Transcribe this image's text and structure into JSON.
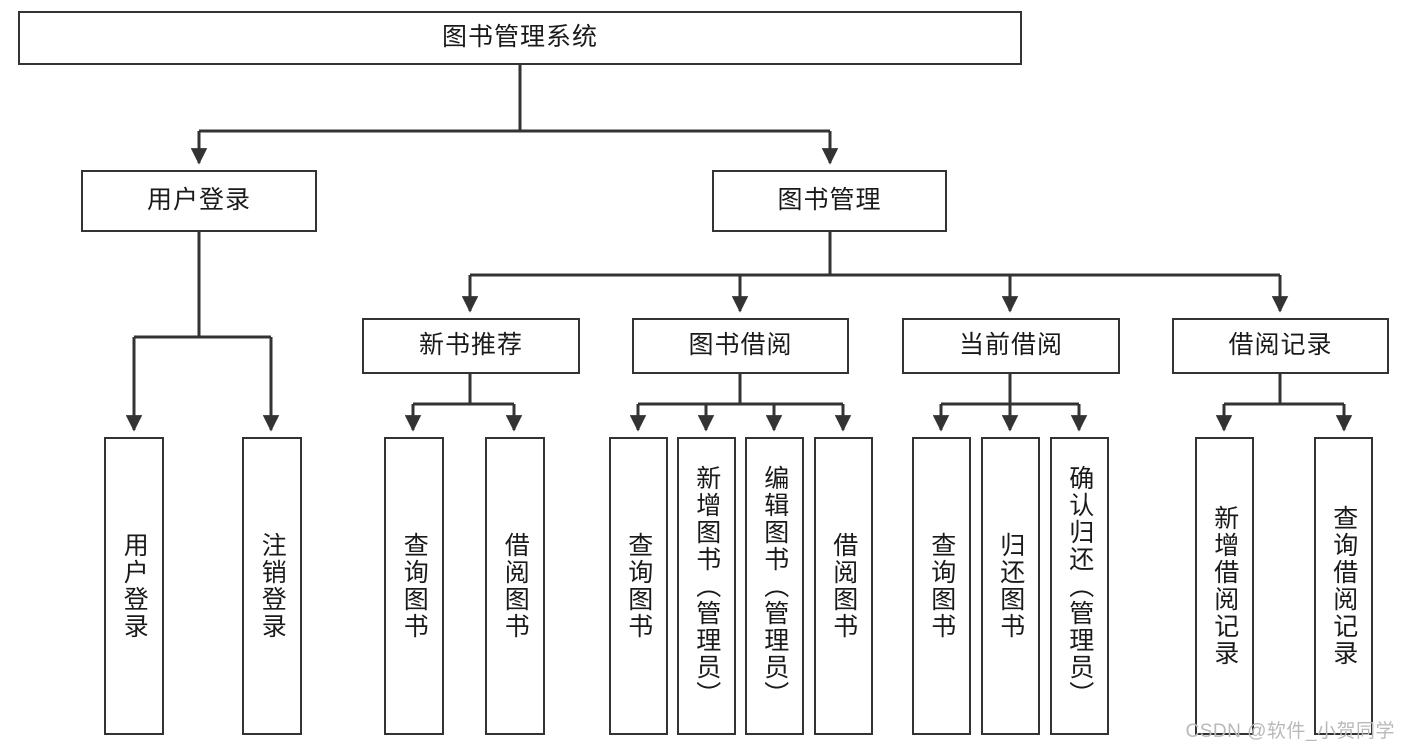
{
  "diagram": {
    "type": "tree",
    "title": "图书管理系统",
    "style": {
      "box_border_color": "#333333",
      "box_fill_color": "#ffffff",
      "connector_color": "#333333",
      "text_color": "#1a1a1a",
      "background": "#ffffff"
    },
    "root": {
      "id": "root",
      "label": "图书管理系统"
    },
    "level2": [
      {
        "id": "user-login",
        "label": "用户登录"
      },
      {
        "id": "book-management",
        "label": "图书管理"
      }
    ],
    "level3": [
      {
        "id": "new-book-recommend",
        "label": "新书推荐",
        "parent": "book-management"
      },
      {
        "id": "book-borrow",
        "label": "图书借阅",
        "parent": "book-management"
      },
      {
        "id": "current-borrow",
        "label": "当前借阅",
        "parent": "book-management"
      },
      {
        "id": "borrow-record",
        "label": "借阅记录",
        "parent": "book-management"
      }
    ],
    "leaves": [
      {
        "id": "leaf-user-login",
        "label": "用户登录",
        "parent": "user-login"
      },
      {
        "id": "leaf-user-logout",
        "label": "注销登录",
        "parent": "user-login"
      },
      {
        "id": "leaf-query-book-1",
        "label": "查询图书",
        "parent": "new-book-recommend"
      },
      {
        "id": "leaf-borrow-book-1",
        "label": "借阅图书",
        "parent": "new-book-recommend"
      },
      {
        "id": "leaf-query-book-2",
        "label": "查询图书",
        "parent": "book-borrow"
      },
      {
        "id": "leaf-add-book",
        "label": "新增图书（管理员）",
        "parent": "book-borrow"
      },
      {
        "id": "leaf-edit-book",
        "label": "编辑图书（管理员）",
        "parent": "book-borrow"
      },
      {
        "id": "leaf-borrow-book-2",
        "label": "借阅图书",
        "parent": "book-borrow"
      },
      {
        "id": "leaf-query-book-3",
        "label": "查询图书",
        "parent": "current-borrow"
      },
      {
        "id": "leaf-return-book",
        "label": "归还图书",
        "parent": "current-borrow"
      },
      {
        "id": "leaf-confirm-return",
        "label": "确认归还（管理员）",
        "parent": "current-borrow"
      },
      {
        "id": "leaf-add-record",
        "label": "新增借阅记录",
        "parent": "borrow-record"
      },
      {
        "id": "leaf-query-record",
        "label": "查询借阅记录",
        "parent": "borrow-record"
      }
    ]
  },
  "watermark": {
    "text": "CSDN @软件_小贺同学"
  }
}
